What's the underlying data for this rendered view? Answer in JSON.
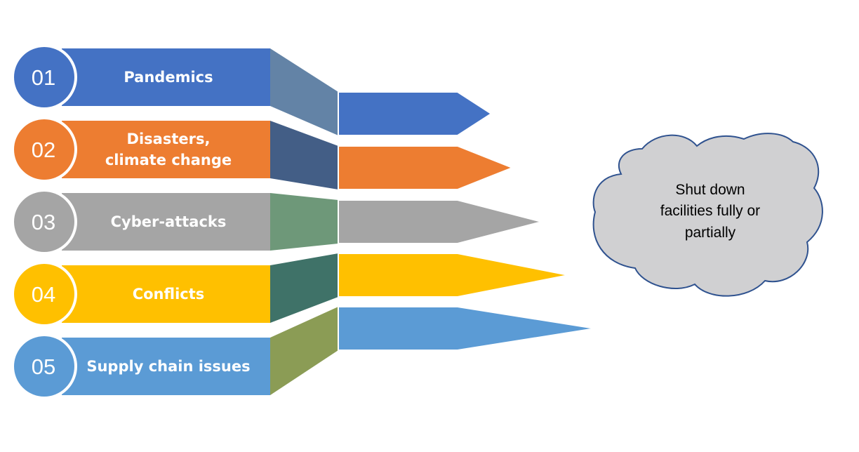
{
  "items": [
    {
      "number": "01",
      "label_lines": [
        "Pandemics"
      ],
      "color": "#4472C4",
      "connector_color": "#6383A6"
    },
    {
      "number": "02",
      "label_lines": [
        "Disasters,",
        "climate change"
      ],
      "color": "#ED7D31",
      "connector_color": "#435E86"
    },
    {
      "number": "03",
      "label_lines": [
        "Cyber-attacks"
      ],
      "color": "#A5A5A5",
      "connector_color": "#6E9879"
    },
    {
      "number": "04",
      "label_lines": [
        "Conflicts"
      ],
      "color": "#FFC000",
      "connector_color": "#3F7268"
    },
    {
      "number": "05",
      "label_lines": [
        "Supply chain  issues"
      ],
      "color": "#5B9BD5",
      "connector_color": "#8B9C55"
    }
  ],
  "outcome": {
    "lines": [
      "Shut down",
      "facilities fully or",
      "partially"
    ],
    "color": "#D0D0D2",
    "border_color": "#2F528F"
  }
}
